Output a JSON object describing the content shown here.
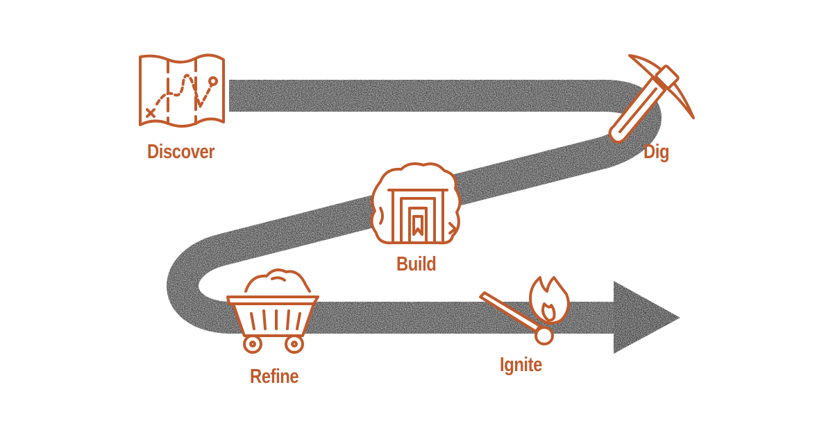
{
  "diagram": {
    "accent_color": "#c1592b",
    "path_color": "#4a4a4a",
    "steps": [
      {
        "label": "Discover",
        "icon": "treasure-map-icon"
      },
      {
        "label": "Dig",
        "icon": "pickaxe-icon"
      },
      {
        "label": "Build",
        "icon": "mine-entrance-icon"
      },
      {
        "label": "Refine",
        "icon": "mine-cart-icon"
      },
      {
        "label": "Ignite",
        "icon": "match-flame-icon"
      }
    ]
  }
}
